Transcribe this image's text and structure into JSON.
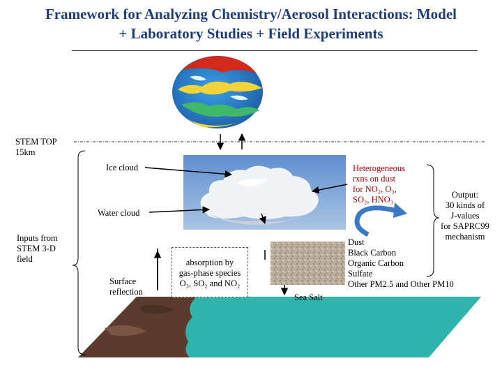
{
  "title": {
    "line1": "Framework for Analyzing Chemistry/Aerosol  Interactions:  Model",
    "line2": "+ Laboratory Studies + Field Experiments"
  },
  "labels": {
    "stem_top": "STEM TOP",
    "stem_top_height": "15km",
    "ice_cloud": "Ice cloud",
    "water_cloud": "Water cloud",
    "inputs": [
      "Inputs from",
      "STEM 3-D",
      "field"
    ],
    "surface": [
      "Surface",
      "reflection"
    ],
    "absorption": [
      "absorption by",
      "gas-phase species"
    ],
    "absorption_species": "O₃, SO₂ and NO₂",
    "heterogeneous": [
      "Heterogeneous",
      "rxns on dust"
    ],
    "heterogeneous_species": [
      "for NO₂, O₃,",
      "SO₂, HNO₃"
    ],
    "output": [
      "Output:",
      "30 kinds of",
      "J-values",
      "for SAPRC99",
      "mechanism"
    ],
    "aerosols": [
      "Dust",
      "Black Carbon",
      "Organic Carbon",
      "Sulfate",
      "Other PM2.5 and Other PM10"
    ],
    "sea_salt": "Sea Salt"
  },
  "colors": {
    "title": "#1f3d7a",
    "heterogeneous_text": "#b00000",
    "ocean": "#2fb3ad",
    "land": "#5a3b2e",
    "sky": "#7fa8d8"
  },
  "icons": [
    "globe-model-image",
    "cumulus-cloud-image",
    "dust-texture-image",
    "land-sea-surface-image",
    "curved-arrow-icon"
  ]
}
